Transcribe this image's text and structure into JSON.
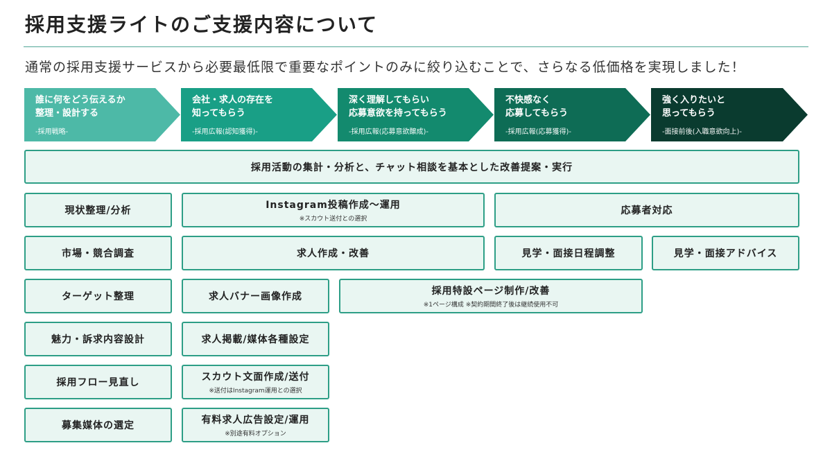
{
  "title": "採用支援ライトのご支援内容について",
  "subtitle": "通常の採用支援サービスから必要最低限で重要なポイントのみに絞り込むことで、さらなる低価格を実現しました！",
  "colors": {
    "accent": "#2d9e86",
    "box_fill": "#e9f6f2",
    "rule": "#4fa596"
  },
  "steps": [
    {
      "line1": "誰に何をどう伝えるか",
      "line2": "整理・設計する",
      "sub": "-採用戦略-",
      "color": "#4db9a7"
    },
    {
      "line1": "会社・求人の存在を",
      "line2": "知ってもらう",
      "sub": "-採用広報(認知獲得)-",
      "color": "#199f86"
    },
    {
      "line1": "深く理解してもらい",
      "line2": "応募意欲を持ってもらう",
      "sub": "-採用広報(応募意欲醸成)-",
      "color": "#138a6e"
    },
    {
      "line1": "不快感なく",
      "line2": "応募してもらう",
      "sub": "-採用広報(応募獲得)-",
      "color": "#0e6c55"
    },
    {
      "line1": "強く入りたいと",
      "line2": "思ってもらう",
      "sub": "-面接前後(入職意欲向上)-",
      "color": "#0a3b2f"
    }
  ],
  "wide_box": {
    "label": "採用活動の集計・分析と、チャット相談を基本とした改善提案・実行"
  },
  "col1": [
    {
      "label": "現状整理/分析"
    },
    {
      "label": "市場・競合調査"
    },
    {
      "label": "ターゲット整理"
    },
    {
      "label": "魅力・訴求内容設計"
    },
    {
      "label": "採用フロー見直し"
    },
    {
      "label": "募集媒体の選定"
    }
  ],
  "instagram": {
    "label": "Instagram投稿作成〜運用",
    "note": "※スカウト送付との選択"
  },
  "job_create": {
    "label": "求人作成・改善"
  },
  "col2": [
    {
      "label": "求人バナー画像作成",
      "note": ""
    },
    {
      "label": "求人掲載/媒体各種設定",
      "note": ""
    },
    {
      "label": "スカウト文面作成/送付",
      "note": "※送付はInstagram運用との選択"
    },
    {
      "label": "有料求人広告設定/運用",
      "note": "※別途有料オプション"
    }
  ],
  "special_page": {
    "label": "採用特設ページ制作/改善",
    "note": "※1ページ構成 ※契約期間終了後は継続使用不可"
  },
  "applicant": {
    "label": "応募者対応"
  },
  "visit_schedule": {
    "label": "見学・面接日程調整"
  },
  "visit_advice": {
    "label": "見学・面接アドバイス"
  }
}
